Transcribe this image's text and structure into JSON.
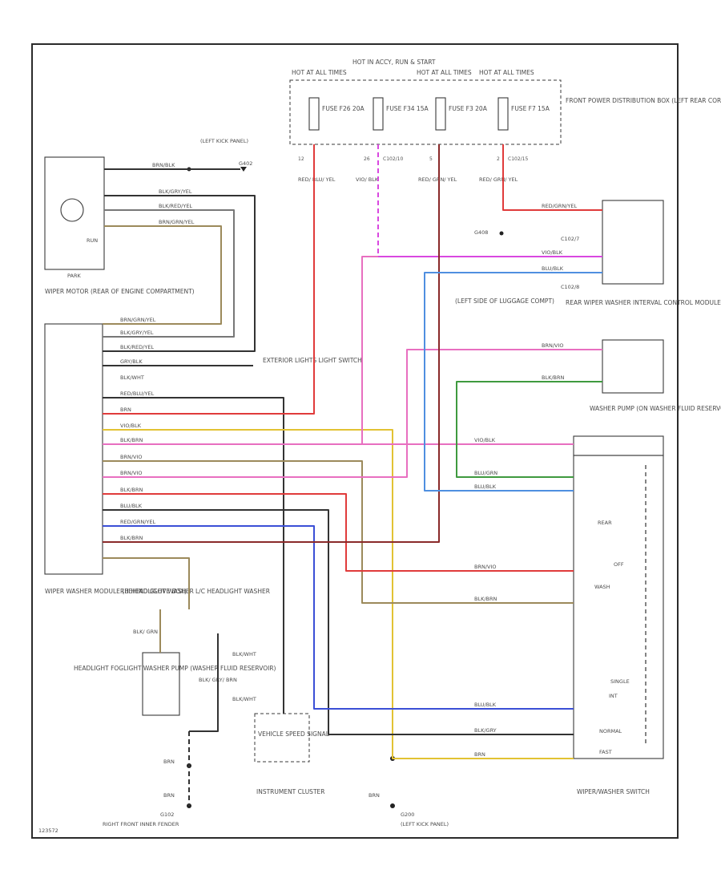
{
  "colors": {
    "red": "#e03b3b",
    "pink": "#e86fc0",
    "magenta": "#d948e0",
    "blue": "#3b4fd6",
    "ltblue": "#4f8fe0",
    "green": "#3f9a3f",
    "yellow": "#e2c233",
    "tan": "#9c8a5b",
    "brown": "#7a4a2a",
    "darkred": "#8a2a2a",
    "black": "#333333",
    "gray": "#777777"
  },
  "power": {
    "hot_labels": [
      "HOT AT ALL TIMES",
      "HOT IN ACCY, RUN & START",
      "HOT AT ALL TIMES",
      "HOT AT ALL TIMES"
    ],
    "fuses": [
      "FUSE F26 20A",
      "FUSE F34 15A",
      "FUSE F3 20A",
      "FUSE F7 15A"
    ],
    "pins": [
      "12",
      "26",
      "C102/10",
      "5",
      "2",
      "C102/15"
    ],
    "wire_labels": [
      "RED/ BLU/ YEL",
      "VIO/ BLK",
      "RED/ GRN/ YEL",
      "RED/ GRN/ YEL"
    ],
    "box_label": "FRONT POWER DISTRIBUTION BOX (LEFT REAR CORNER OF ENGINE COMPT)"
  },
  "labels": {
    "left_kick_panel": "(LEFT KICK PANEL)",
    "g402": "G402",
    "park": "PARK",
    "run": "RUN",
    "wiper_motor": "WIPER MOTOR (REAR OF ENGINE COMPARTMENT)",
    "wiper_module": "WIPER WASHER MODULE (BEHIND GLOVE BOX)",
    "exterior_light_switch": "EXTERIOR LIGHTS LIGHT SWITCH",
    "left_side_luggage": "(LEFT SIDE OF LUGGAGE COMPT)",
    "g408": "G408",
    "rear_module": "REAR WIPER WASHER INTERVAL CONTROL MODULE (TAILGATE)",
    "c102_07": "C102/7",
    "c102_08": "C102/8",
    "washer_pump": "WASHER PUMP (ON WASHER FLUID RESERVOIR)",
    "rh_headlight_washer": "RH HEADLIGHT WASHER",
    "lh_headlight_washer": "L/C HEADLIGHT WASHER",
    "blk_grn": "BLK/ GRN",
    "blk_grn_brn": "BLK/ GRY/ BRN",
    "headlight_pump": "HEADLIGHT FOGLIGHT WASHER PUMP (WASHER FLUID RESERVOIR)",
    "blk_wht_1": "BLK/WHT",
    "blk_wht_2": "BLK/WHT",
    "vss": "VEHICLE SPEED SIGNAL",
    "instrument_cluster": "INSTRUMENT CLUSTER",
    "brn_1": "BRN",
    "brn_2": "BRN",
    "brn_3": "BRN",
    "g102": "G102",
    "g102_loc": "RIGHT FRONT INNER FENDER",
    "g200": "G200",
    "g200_loc": "(LEFT KICK PANEL)",
    "wiper_switch": "WIPER/WASHER SWITCH",
    "rear": "REAR",
    "off": "OFF",
    "wash": "WASH",
    "single": "SINGLE",
    "int": "INT",
    "normal": "NORMAL",
    "fast": "FAST",
    "footer": "123572"
  },
  "module_wires": [
    "BRN/GRN/YEL",
    "BLK/GRY/YEL",
    "BLK/RED/YEL",
    "GRY/BLK",
    "BLK/WHT",
    "RED/BLU/YEL",
    "BRN",
    "VIO/BLK",
    "BLK/BRN",
    "BRN/VIO",
    "BRN/VIO",
    "BLK/BRN",
    "BLU/BLK",
    "RED/GRN/YEL",
    "BLK/BRN"
  ],
  "motor_wires": [
    "BRN/BLK",
    "BLK/GRY/YEL",
    "BLK/RED/YEL",
    "BRN/GRN/YEL"
  ],
  "switch_wires": [
    "VIO/BLK",
    "BLU/GRN",
    "BLU/BLK",
    "BRN/VIO",
    "BLK/BRN",
    "BLU/BLK",
    "BLK/GRY",
    "BRN"
  ],
  "rear_module_wires": [
    "RED/GRN/YEL",
    "VIO/BLK",
    "BLU/BLK",
    "BRN/VIO",
    "BLK/BRN"
  ]
}
